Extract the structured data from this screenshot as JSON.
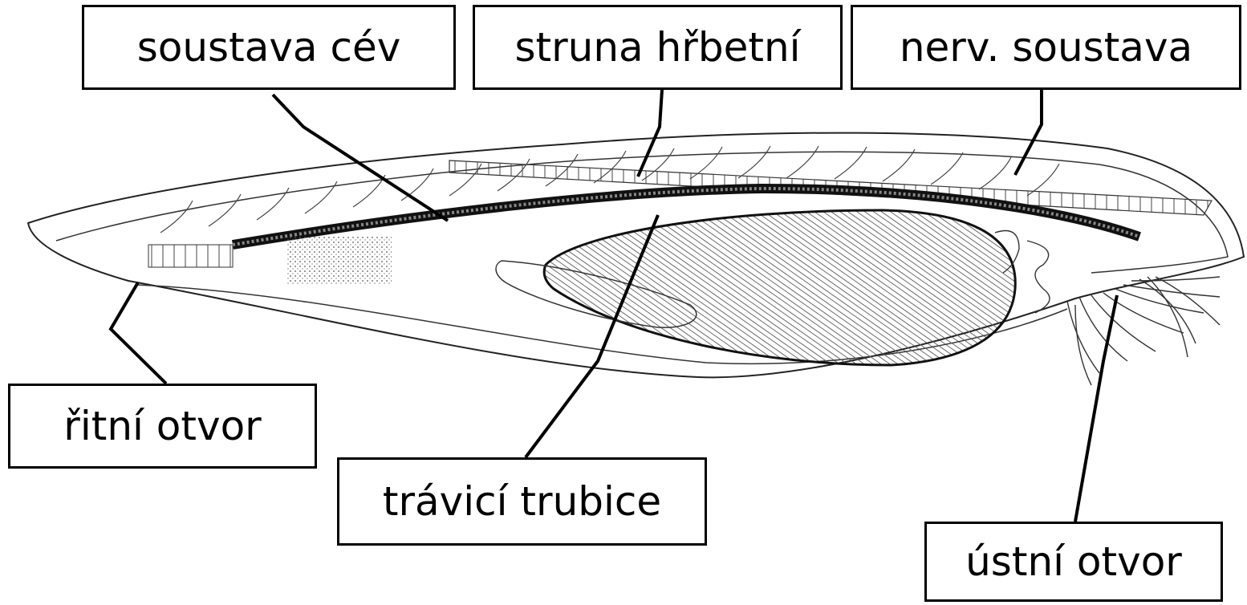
{
  "labels": {
    "soustava_cev": "soustava cév",
    "struna_hrbetni": "struna hřbetní",
    "nerv_soustava": "nerv. soustava",
    "ritni_otvor": "řitní otvor",
    "travici_trubice": "trávicí trubice",
    "ustni_otvor": "ústní otvor"
  },
  "colors": {
    "line": "#000000",
    "background": "#ffffff"
  }
}
